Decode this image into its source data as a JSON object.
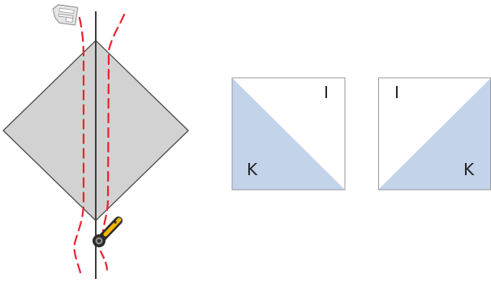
{
  "colors": {
    "diamond_fill": "#d2d2d2",
    "outline": "#4a4a4a",
    "seam_dash": "#e8232e",
    "cut_line": "#3c3c3c",
    "triangle_fill": "#c3d3ea",
    "square_fill": "#ffffff",
    "cutter_handle": "#f2b705"
  },
  "icons": [
    "presser-foot-icon",
    "rotary-cutter-icon"
  ],
  "square_left": {
    "label_top_right": "I",
    "label_bottom_left": "K"
  },
  "square_right": {
    "label_top_left": "I",
    "label_bottom_right": "K"
  }
}
